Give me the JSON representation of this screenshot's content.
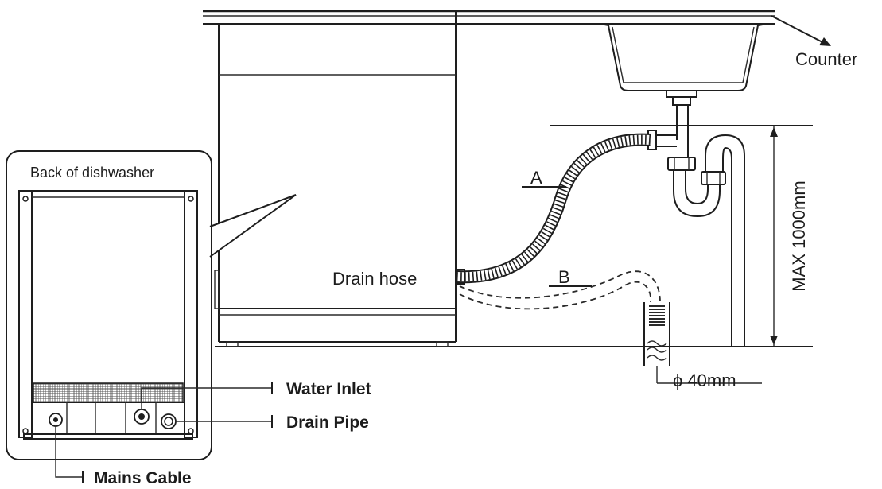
{
  "labels": {
    "counter": "Counter",
    "back_of_dishwasher": "Back of dishwasher",
    "drain_hose": "Drain hose",
    "hose_a": "A",
    "hose_b": "B",
    "max_height": "MAX 1000mm",
    "diameter": "ϕ 40mm",
    "water_inlet": "Water Inlet",
    "drain_pipe": "Drain Pipe",
    "mains_cable": "Mains Cable"
  },
  "colors": {
    "line": "#1e1e1e",
    "background": "#ffffff"
  }
}
